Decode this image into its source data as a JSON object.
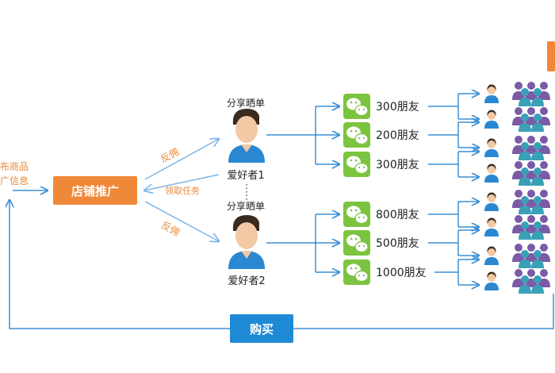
{
  "left_cut_text": {
    "line1": "布商品",
    "line2": "广信息"
  },
  "store_box": {
    "label": "店铺推广"
  },
  "arrow_labels": {
    "rebate_top": "反佣",
    "receive_task": "领取任务",
    "rebate_bottom": "反佣"
  },
  "enthusiasts": [
    {
      "caption": "分享晒单",
      "name": "爱好者1"
    },
    {
      "caption": "分享晒单",
      "name": "爱好者2"
    }
  ],
  "wechat_groups": [
    {
      "label": "300朋友"
    },
    {
      "label": "200朋友"
    },
    {
      "label": "300朋友"
    },
    {
      "label": "800朋友"
    },
    {
      "label": "500朋友"
    },
    {
      "label": "1000朋友"
    }
  ],
  "buy_button": {
    "label": "购买"
  },
  "colors": {
    "orange": "#f0883a",
    "blue": "#1e8ad6",
    "arrow_blue": "#3a8fd6",
    "wechat_green": "#7cc43f",
    "person_blue": "#2a88d2",
    "purple": "#7b5aa6",
    "label_orange": "#e8893a"
  }
}
